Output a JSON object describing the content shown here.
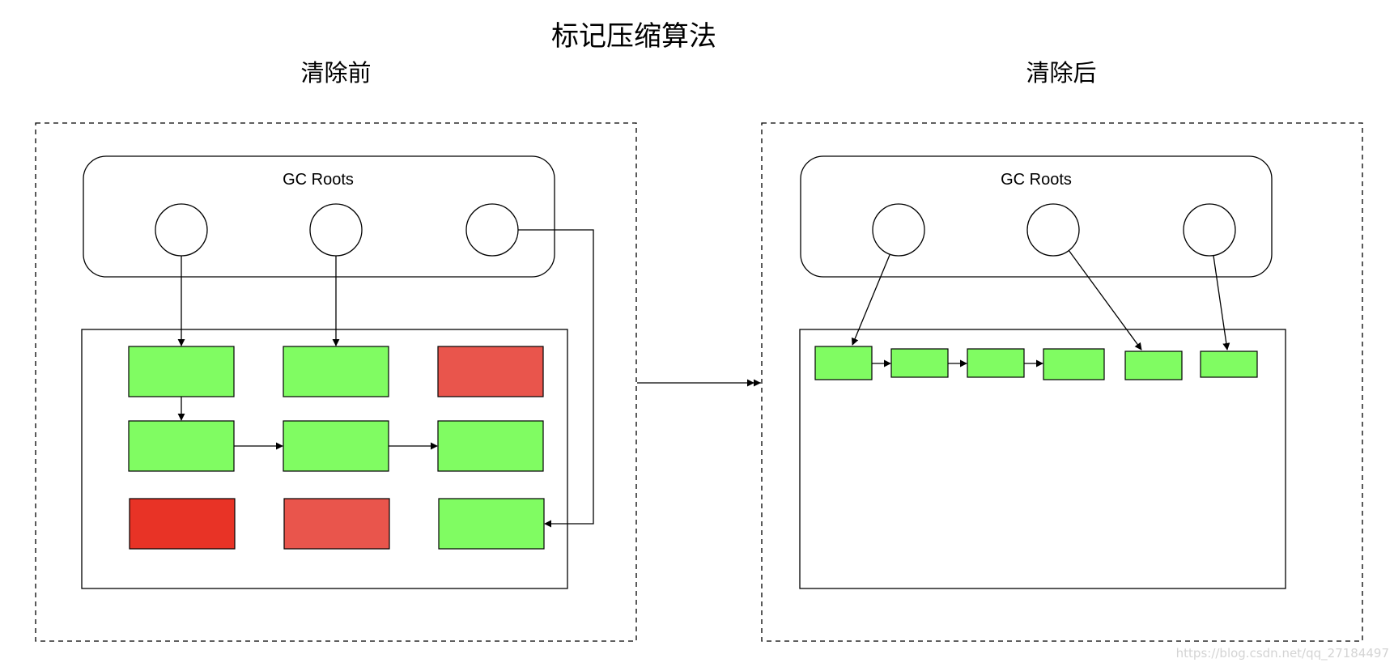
{
  "title": "标记压缩算法",
  "before": {
    "heading": "清除前",
    "gc_roots_label": "GC Roots"
  },
  "after": {
    "heading": "清除后",
    "gc_roots_label": "GC Roots"
  },
  "watermark": "https://blog.csdn.net/qq_27184497",
  "colors": {
    "live": "#80fc62",
    "dead": "#e9554c",
    "dead_dark": "#e83326",
    "stroke": "#000000"
  }
}
